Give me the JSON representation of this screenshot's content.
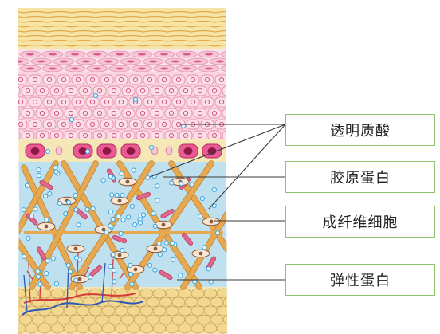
{
  "labels": {
    "hyaluronic_acid": "透明质酸",
    "collagen": "胶原蛋白",
    "fibroblast": "成纤维细胞",
    "elastin": "弹性蛋白"
  },
  "colors": {
    "label_border": "#8dc26f",
    "leader_line": "#3a3a3a",
    "stratum_corneum": "#f6e5a4",
    "epidermis_cell": "#f4c9d6",
    "basal_cell": "#d6357c",
    "dermis": "#bfe0ef",
    "collagen_fiber": "#e6a94f",
    "elastin_fiber": "#d95c7c",
    "fat_cell": "#f3d98f"
  }
}
